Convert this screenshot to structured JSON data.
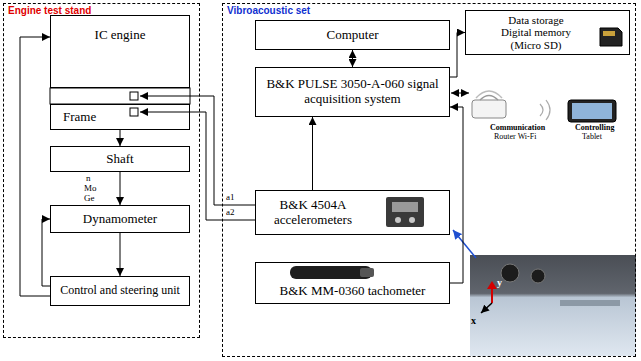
{
  "diagram": {
    "nodes": [
      {
        "text": [
          "Engine test stand"
        ]
      },
      {
        "text": [
          "IC engine"
        ],
        "in": 0
      },
      {
        "text": [
          "Frame"
        ],
        "in": 0
      },
      {
        "text": [
          "Shaft"
        ],
        "in": 0
      },
      {
        "text": [
          "Dynamometer"
        ],
        "in": 0
      },
      {
        "text": [
          "Control and steering unit"
        ],
        "in": 0
      },
      {
        "text": [
          "Vibroacoustic set"
        ]
      },
      {
        "text": [
          "Computer"
        ],
        "in": 6
      },
      {
        "text": [
          "Data storage Digital memory (Micro SD)"
        ],
        "in": 6
      },
      {
        "text": [
          "B&K PULSE 3050-A-060 signal acquisition system"
        ],
        "in": 6
      },
      {
        "text": [
          "B&K 4504A accelerometers"
        ],
        "in": 6
      },
      {
        "text": [
          "B&K MM-0360 tachometer"
        ],
        "in": 6
      }
    ],
    "edges": [
      {
        "from": 2,
        "to": 3,
        "arrow": "to"
      },
      {
        "from": 3,
        "to": 4,
        "arrow": "to"
      },
      {
        "from": 4,
        "to": 5,
        "arrow": "to"
      },
      {
        "from": 5,
        "to": 4,
        "arrow": "to"
      },
      {
        "from": 5,
        "to": 1,
        "arrow": "to"
      },
      {
        "from": 7,
        "to": 9,
        "arrow": "both"
      },
      {
        "from": 9,
        "to": 8,
        "arrow": "to"
      },
      {
        "from": 10,
        "to": 9,
        "arrow": "to"
      },
      {
        "from": 11,
        "to": 9,
        "arrow": "to"
      }
    ],
    "labels": [
      "n",
      "Mo",
      "Ge",
      "a1",
      "a2",
      "Communication",
      "Router Wi-Fi",
      "Controlling",
      "Tablet",
      "y",
      "x"
    ]
  }
}
